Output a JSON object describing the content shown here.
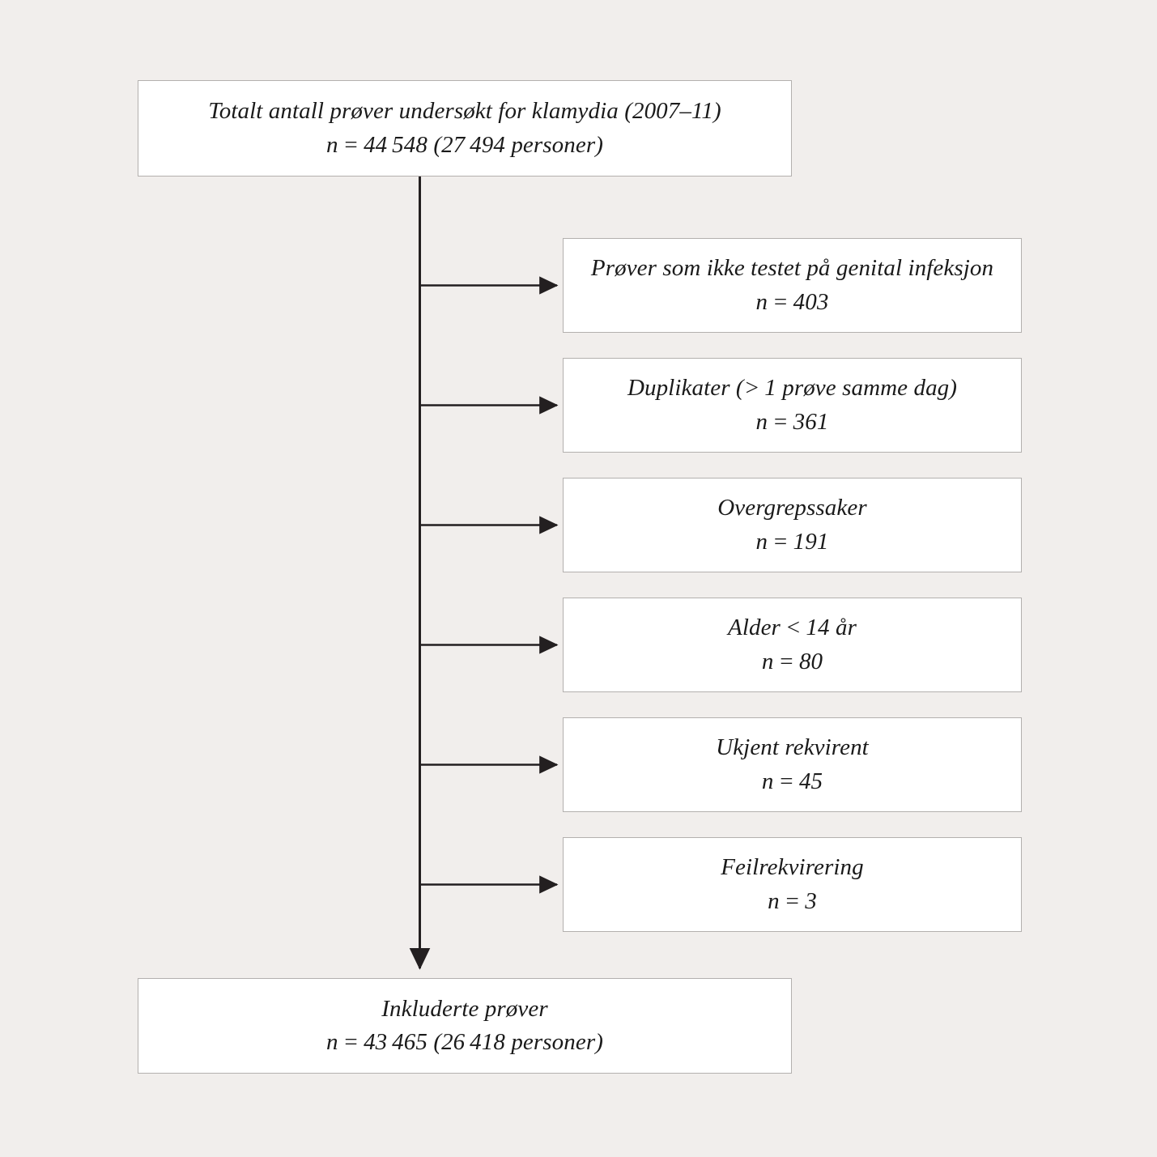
{
  "diagram": {
    "title_node": {
      "label": "Totalt antall prøver undersøkt for klamydia (2007–11)",
      "count": "n = 44 548 (27 494 personer)"
    },
    "exclusions": [
      {
        "label": "Prøver som ikke testet på genital infeksjon",
        "count": "n = 403"
      },
      {
        "label": "Duplikater (> 1 prøve samme dag)",
        "count": "n = 361"
      },
      {
        "label": "Overgrepssaker",
        "count": "n = 191"
      },
      {
        "label": "Alder < 14 år",
        "count": "n = 80"
      },
      {
        "label": "Ukjent rekvirent",
        "count": "n = 45"
      },
      {
        "label": "Feilrekvirering",
        "count": "n = 3"
      }
    ],
    "result_node": {
      "label": "Inkluderte prøver",
      "count": "n = 43 465 (26 418 personer)"
    },
    "colors": {
      "background": "#f1eeec",
      "box_fill": "#ffffff",
      "box_border": "#b3b0ae",
      "connector": "#231f20",
      "text": "#1a1a1a"
    }
  }
}
